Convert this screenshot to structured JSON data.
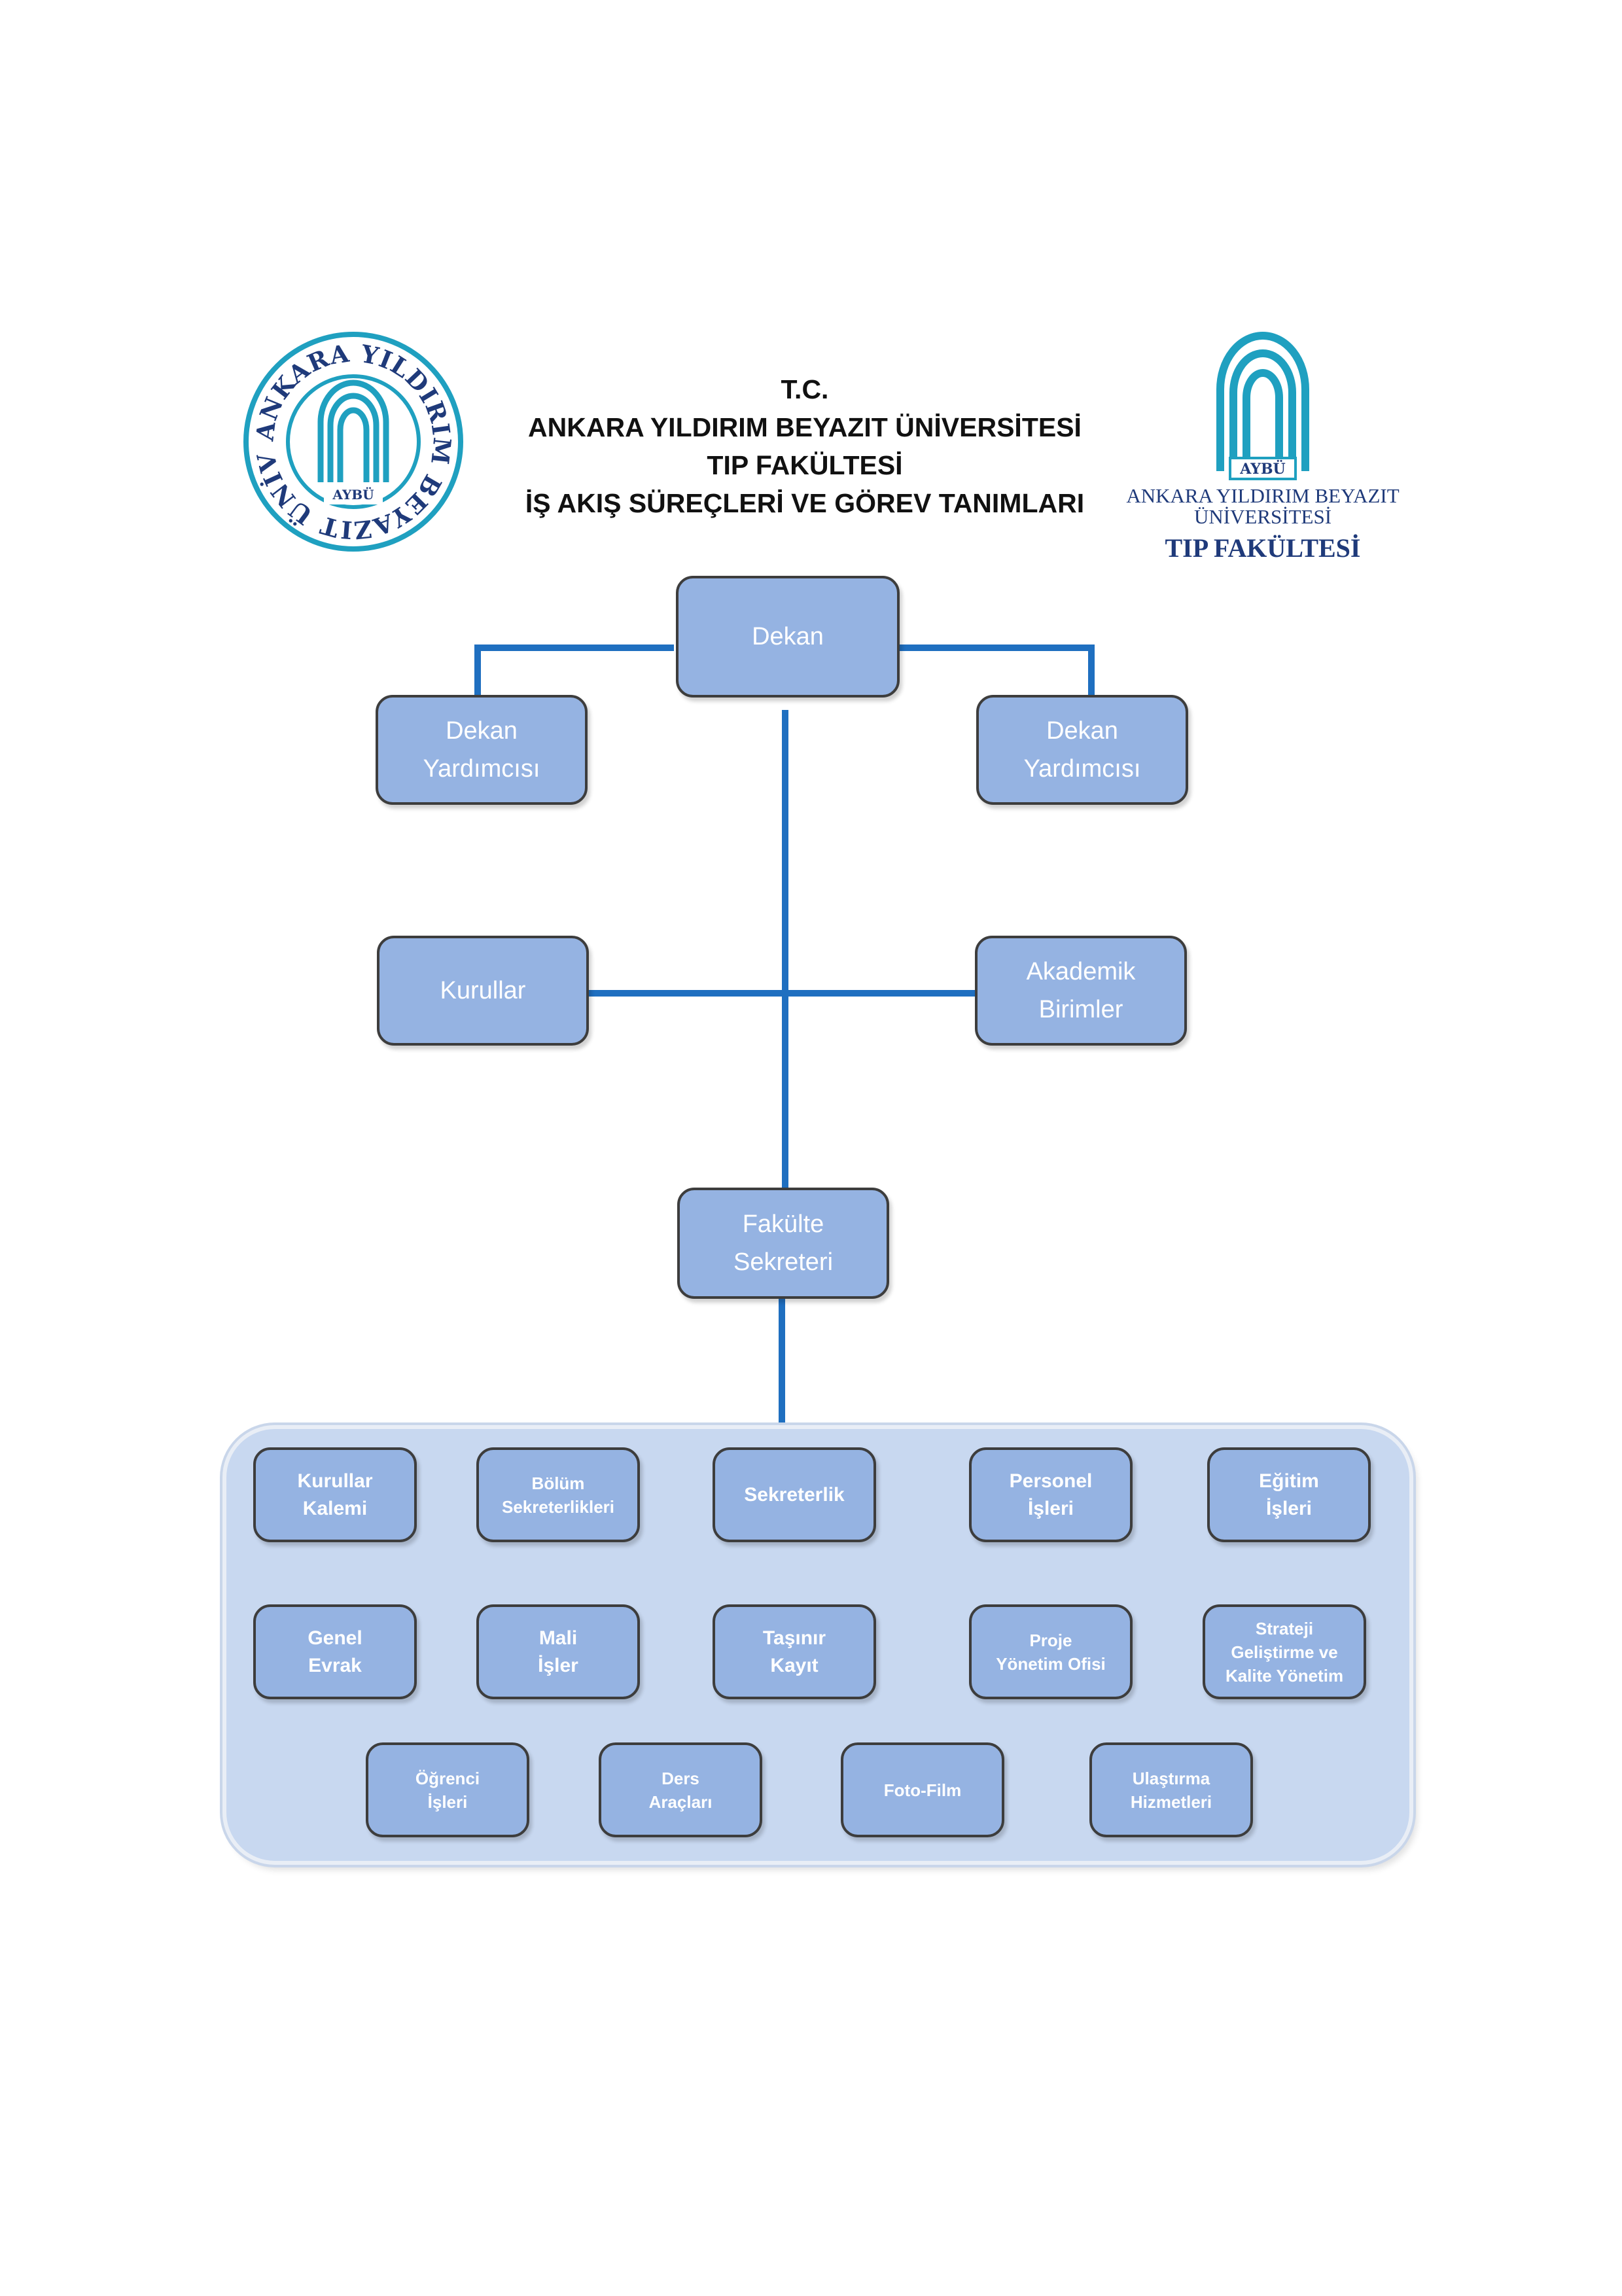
{
  "header": {
    "line1": "T.C.",
    "line2": "ANKARA YILDIRIM BEYAZIT ÜNİVERSİTESİ",
    "line3": "TIP FAKÜLTESİ",
    "line4": "İŞ AKIŞ SÜREÇLERİ VE GÖREV TANIMLARI"
  },
  "left_logo": {
    "ring_text": "ANKARA YILDIRIM BEYAZIT ÜNİVERSİTESİ",
    "center_text": "AYBÜ"
  },
  "right_logo": {
    "badge": "AYBÜ",
    "line1": "ANKARA YILDIRIM BEYAZIT",
    "line2": "ÜNİVERSİTESİ",
    "line3": "TIP FAKÜLTESİ"
  },
  "colors": {
    "node_fill": "#95b3e2",
    "connector": "#1f6fc0",
    "panel_fill": "#c8d8f0",
    "logo": "#1fa0c0",
    "logo_text": "#1f3a7a"
  },
  "nodes": {
    "dekan": [
      "Dekan"
    ],
    "dekan_yard_left": [
      "Dekan",
      "Yardımcısı"
    ],
    "dekan_yard_right": [
      "Dekan",
      "Yardımcısı"
    ],
    "kurullar": [
      "Kurullar"
    ],
    "akademik": [
      "Akademik",
      "Birimler"
    ],
    "fakulte_sekreteri": [
      "Fakülte",
      "Sekreteri"
    ]
  },
  "units": [
    [
      "Kurullar",
      "Kalemi"
    ],
    [
      "Bölüm",
      "Sekreterlikleri"
    ],
    [
      "Sekreterlik"
    ],
    [
      "Personel",
      "İşleri"
    ],
    [
      "Eğitim",
      "İşleri"
    ],
    [
      "Genel",
      "Evrak"
    ],
    [
      "Mali",
      "İşler"
    ],
    [
      "Taşınır",
      "Kayıt"
    ],
    [
      "Proje",
      "Yönetim Ofisi"
    ],
    [
      "Strateji",
      "Geliştirme ve",
      "Kalite Yönetim"
    ],
    [
      "Öğrenci",
      "İşleri"
    ],
    [
      "Ders",
      "Araçları"
    ],
    [
      "Foto-Film"
    ],
    [
      "Ulaştırma",
      "Hizmetleri"
    ]
  ]
}
